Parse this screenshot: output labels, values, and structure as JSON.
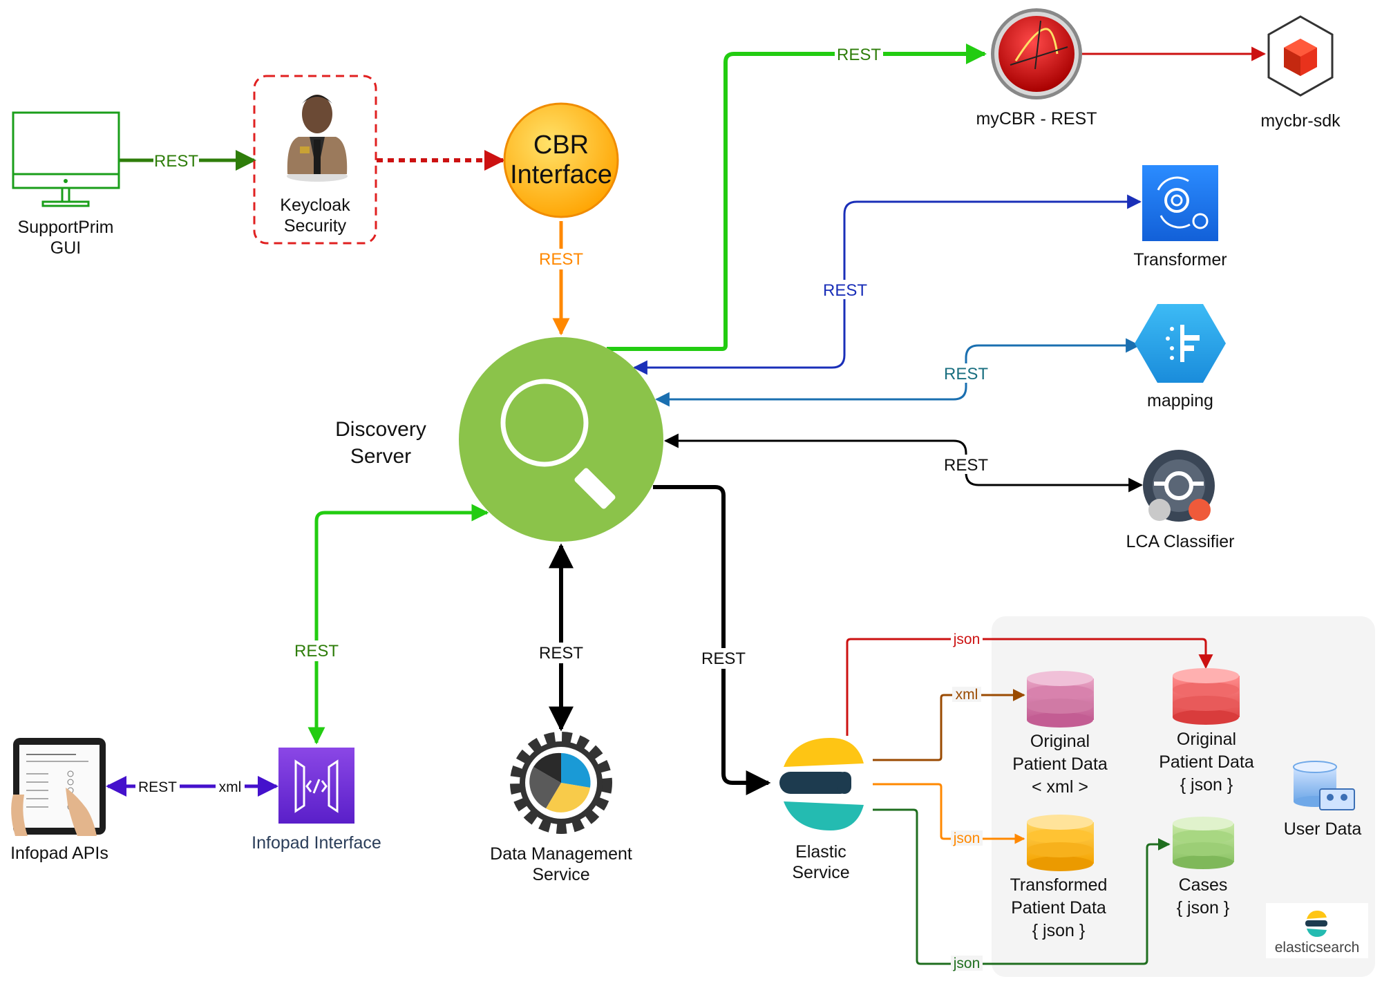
{
  "nodes": {
    "support_gui": {
      "line1": "SupportPrim",
      "line2": "GUI"
    },
    "keycloak": {
      "line1": "Keycloak",
      "line2": "Security"
    },
    "cbr": {
      "line1": "CBR",
      "line2": "Interface"
    },
    "mycbr_rest": {
      "label": "myCBR - REST"
    },
    "mycbr_sdk": {
      "label": "mycbr-sdk"
    },
    "transformer": {
      "label": "Transformer"
    },
    "mapping": {
      "label": "mapping"
    },
    "lca": {
      "label": "LCA Classifier"
    },
    "discovery": {
      "line1": "Discovery",
      "line2": "Server"
    },
    "infopad_apis": {
      "label": "Infopad APIs"
    },
    "infopad_interface": {
      "label": "Infopad Interface"
    },
    "data_mgmt": {
      "line1": "Data Management",
      "line2": "Service"
    },
    "elastic": {
      "line1": "Elastic",
      "line2": "Service"
    },
    "orig_xml": {
      "line1": "Original",
      "line2": "Patient Data",
      "line3": "< xml >"
    },
    "orig_json": {
      "line1": "Original",
      "line2": "Patient Data",
      "line3": "{ json }"
    },
    "transformed": {
      "line1": "Transformed",
      "line2": "Patient Data",
      "line3": "{ json }"
    },
    "cases": {
      "line1": "Cases",
      "line2": "{ json }"
    },
    "user_data": {
      "label": "User Data"
    },
    "elasticsearch_logo": {
      "label": "elasticsearch"
    }
  },
  "edges": {
    "gui_keycloak": "REST",
    "cbr_discovery": "REST",
    "discovery_mycbr": "REST",
    "transformer_discovery": "REST",
    "mapping_discovery": "REST",
    "lca_discovery": "REST",
    "infopad_discovery": "REST",
    "datamgmt_discovery": "REST",
    "discovery_elastic": "REST",
    "infopad_apis_rest": "REST",
    "infopad_apis_xml": "xml",
    "elastic_orig_json": "json",
    "elastic_orig_xml": "xml",
    "elastic_transformed": "json",
    "elastic_cases": "json"
  },
  "colors": {
    "green_dark": "#2e7d0a",
    "green_bright": "#22cc11",
    "red": "#cc1111",
    "orange": "#ff8800",
    "blue": "#1a2fb8",
    "teal_blue": "#1a6fb0",
    "purple": "#4411cc",
    "black": "#000000",
    "discovery_green": "#8bc34a"
  }
}
